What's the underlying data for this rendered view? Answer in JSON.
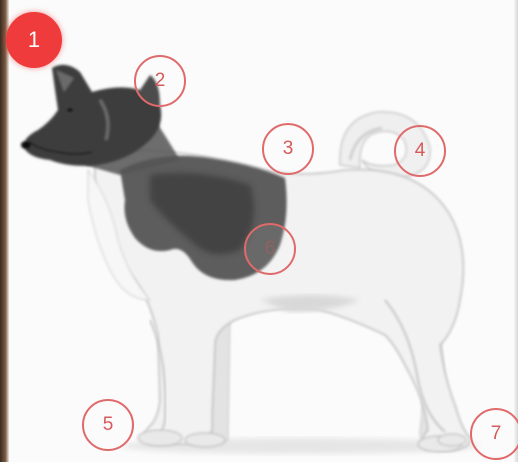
{
  "markers": [
    {
      "label": "1"
    },
    {
      "label": "2"
    },
    {
      "label": "3"
    },
    {
      "label": "4"
    },
    {
      "label": "5"
    },
    {
      "label": "6"
    },
    {
      "label": "7"
    }
  ],
  "colors": {
    "marker_outline": "#e06a6a",
    "marker_active_fill": "#ef3b3b",
    "dark_coat": "#3c3c3c",
    "light_coat": "#f1f1f1"
  }
}
